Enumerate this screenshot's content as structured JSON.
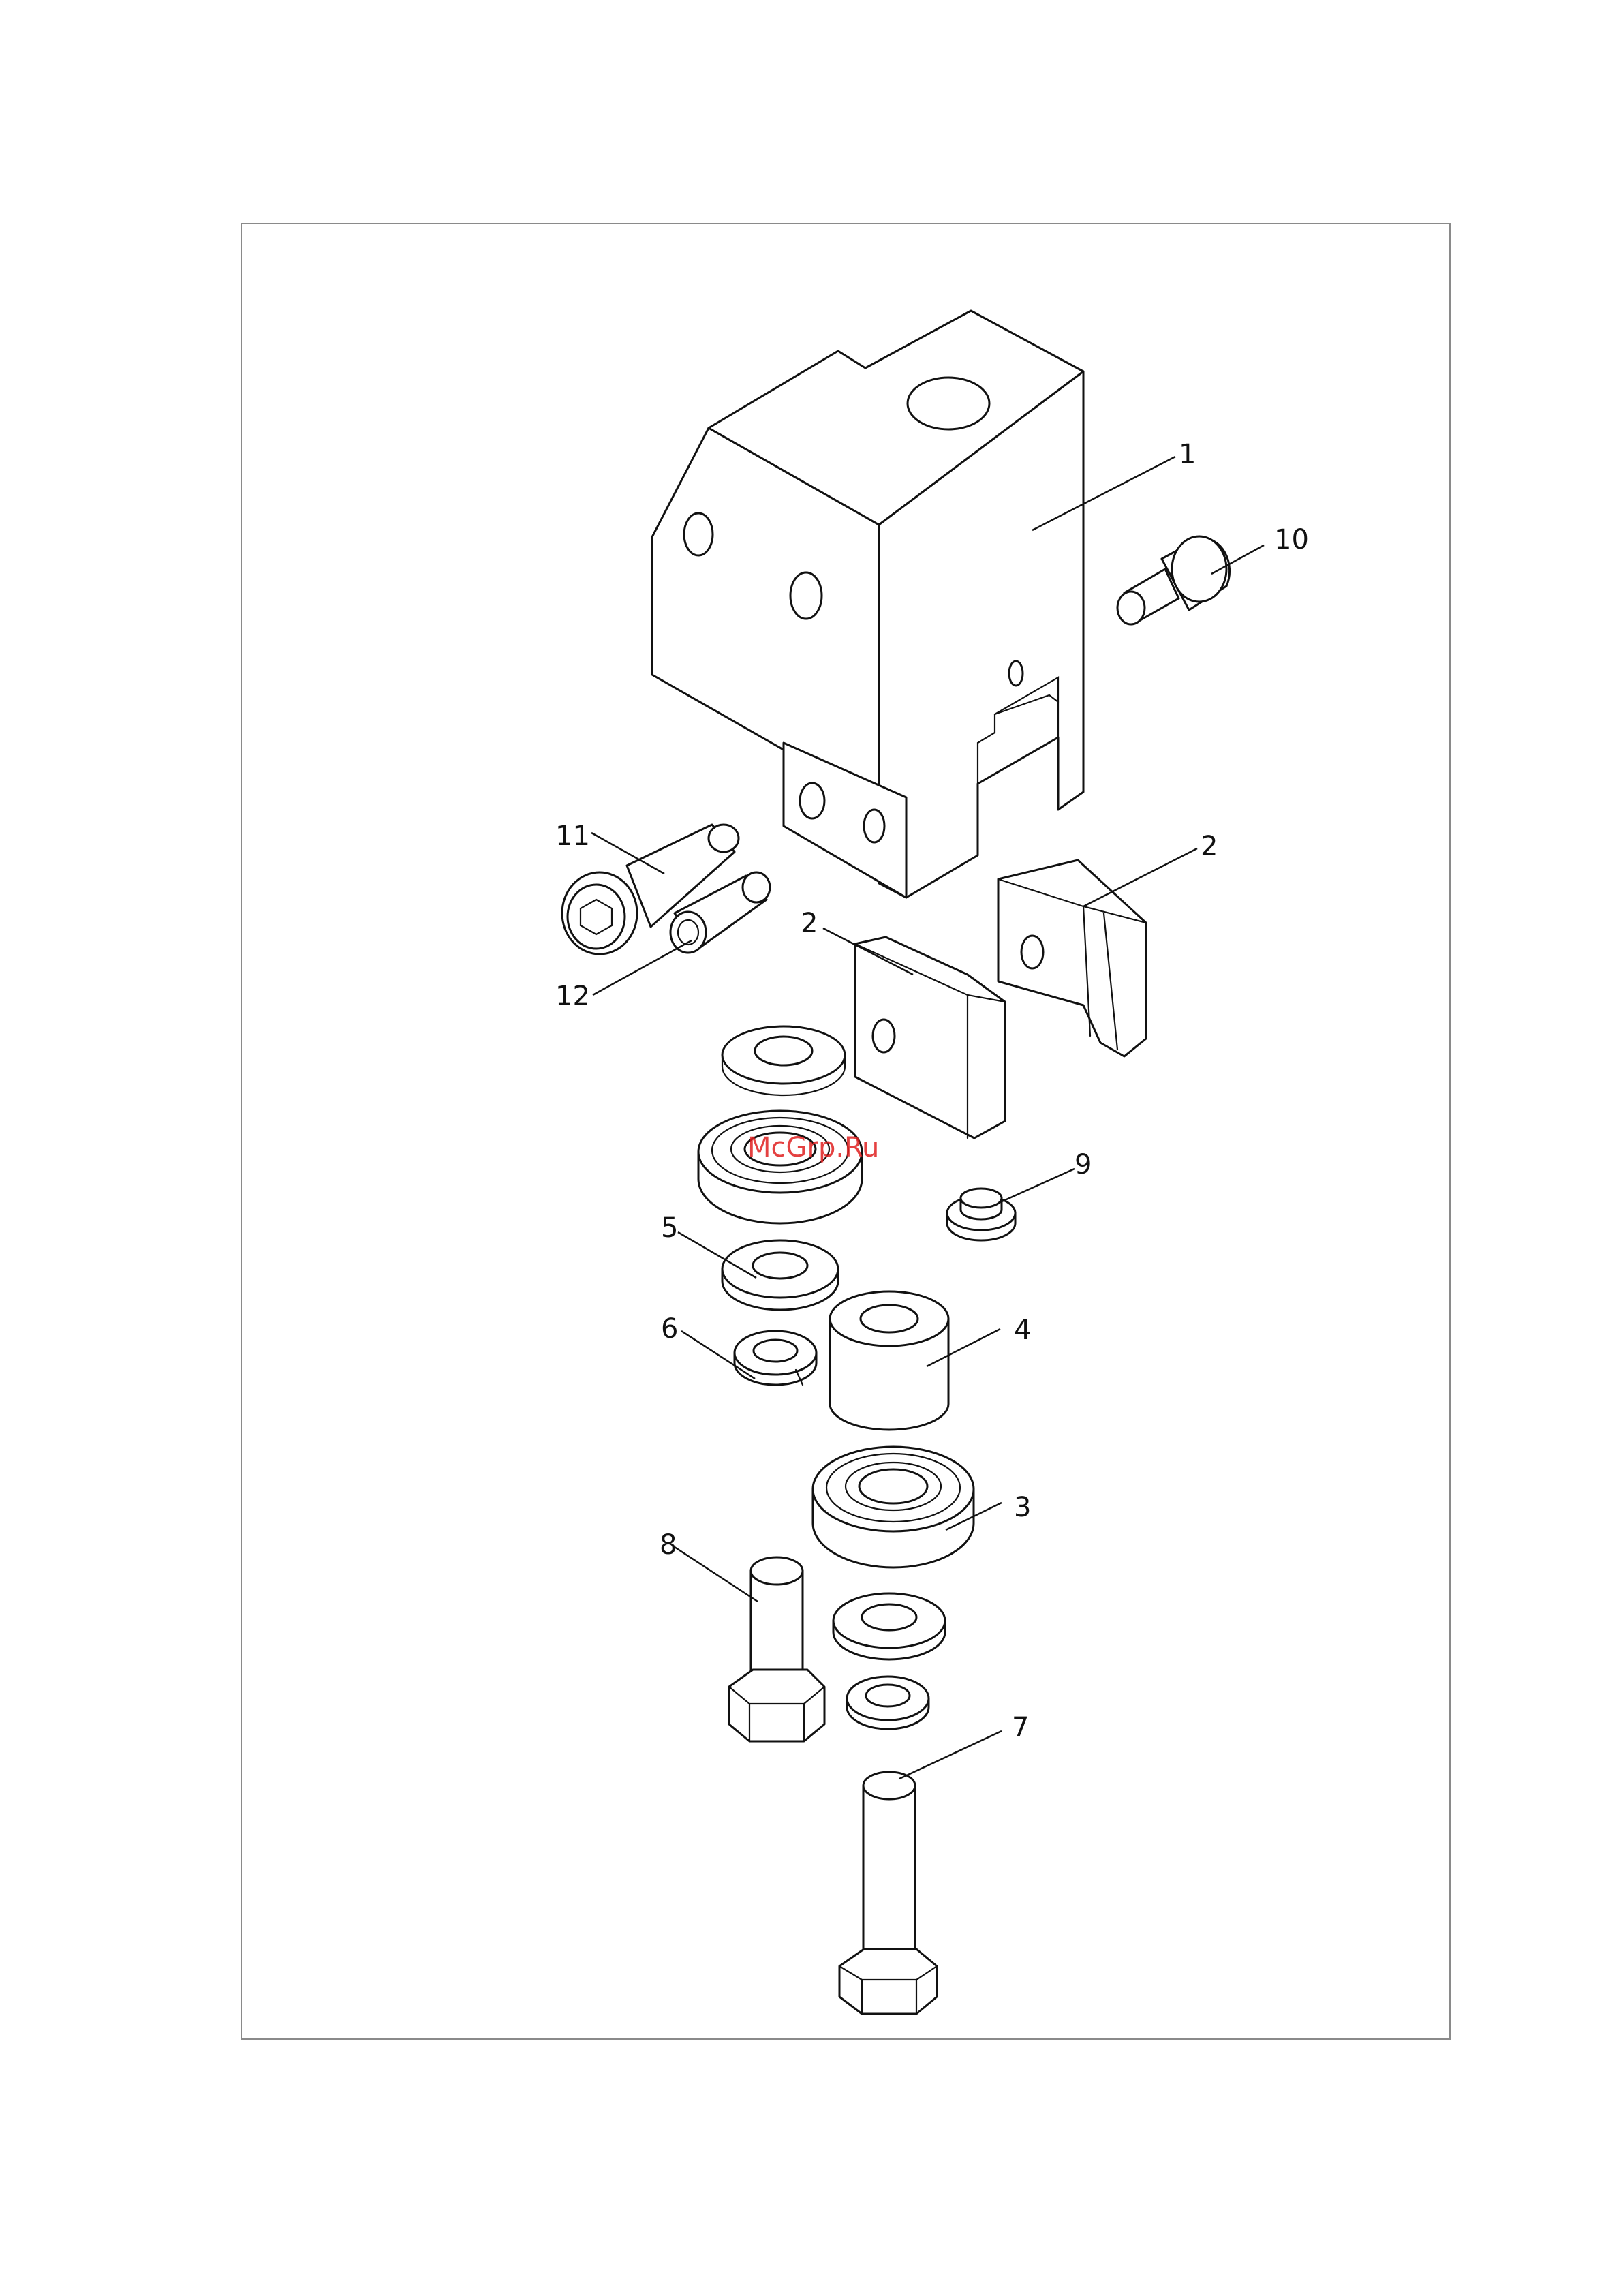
{
  "watermark": "McGrp.Ru",
  "callouts": {
    "c1": "1",
    "c2a": "2",
    "c2b": "2",
    "c3": "3",
    "c4": "4",
    "c5": "5",
    "c6": "6",
    "c7": "7",
    "c8": "8",
    "c9": "9",
    "c10": "10",
    "c11": "11",
    "c12": "12"
  },
  "colors": {
    "line": "#111111",
    "frame": "#8a8a8a",
    "watermark": "#e02020"
  }
}
